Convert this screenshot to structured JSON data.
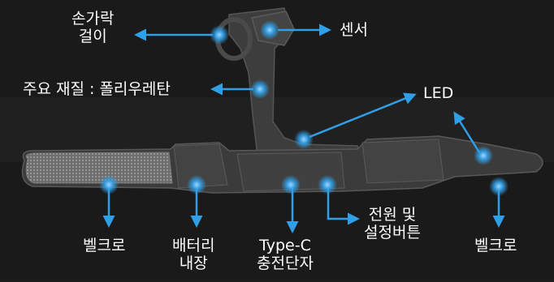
{
  "colors": {
    "background": "#1b1b1b",
    "device_body": "#3d3d3d",
    "device_edge": "#555555",
    "mesh_strap": "#8a8a8a",
    "accent": "#2f9fe8",
    "label_text": "#ffffff"
  },
  "labels": {
    "finger_hook": [
      "손가락",
      "걸이"
    ],
    "sensor": "센서",
    "material": "주요 재질 : 폴리우레탄",
    "led": "LED",
    "power_button": [
      "전원 및",
      "설정버튼"
    ],
    "velcro_left": "벨크로",
    "battery": [
      "배터리",
      "내장"
    ],
    "type_c": [
      "Type-C",
      "충전단자"
    ],
    "velcro_right": "벨크로"
  }
}
